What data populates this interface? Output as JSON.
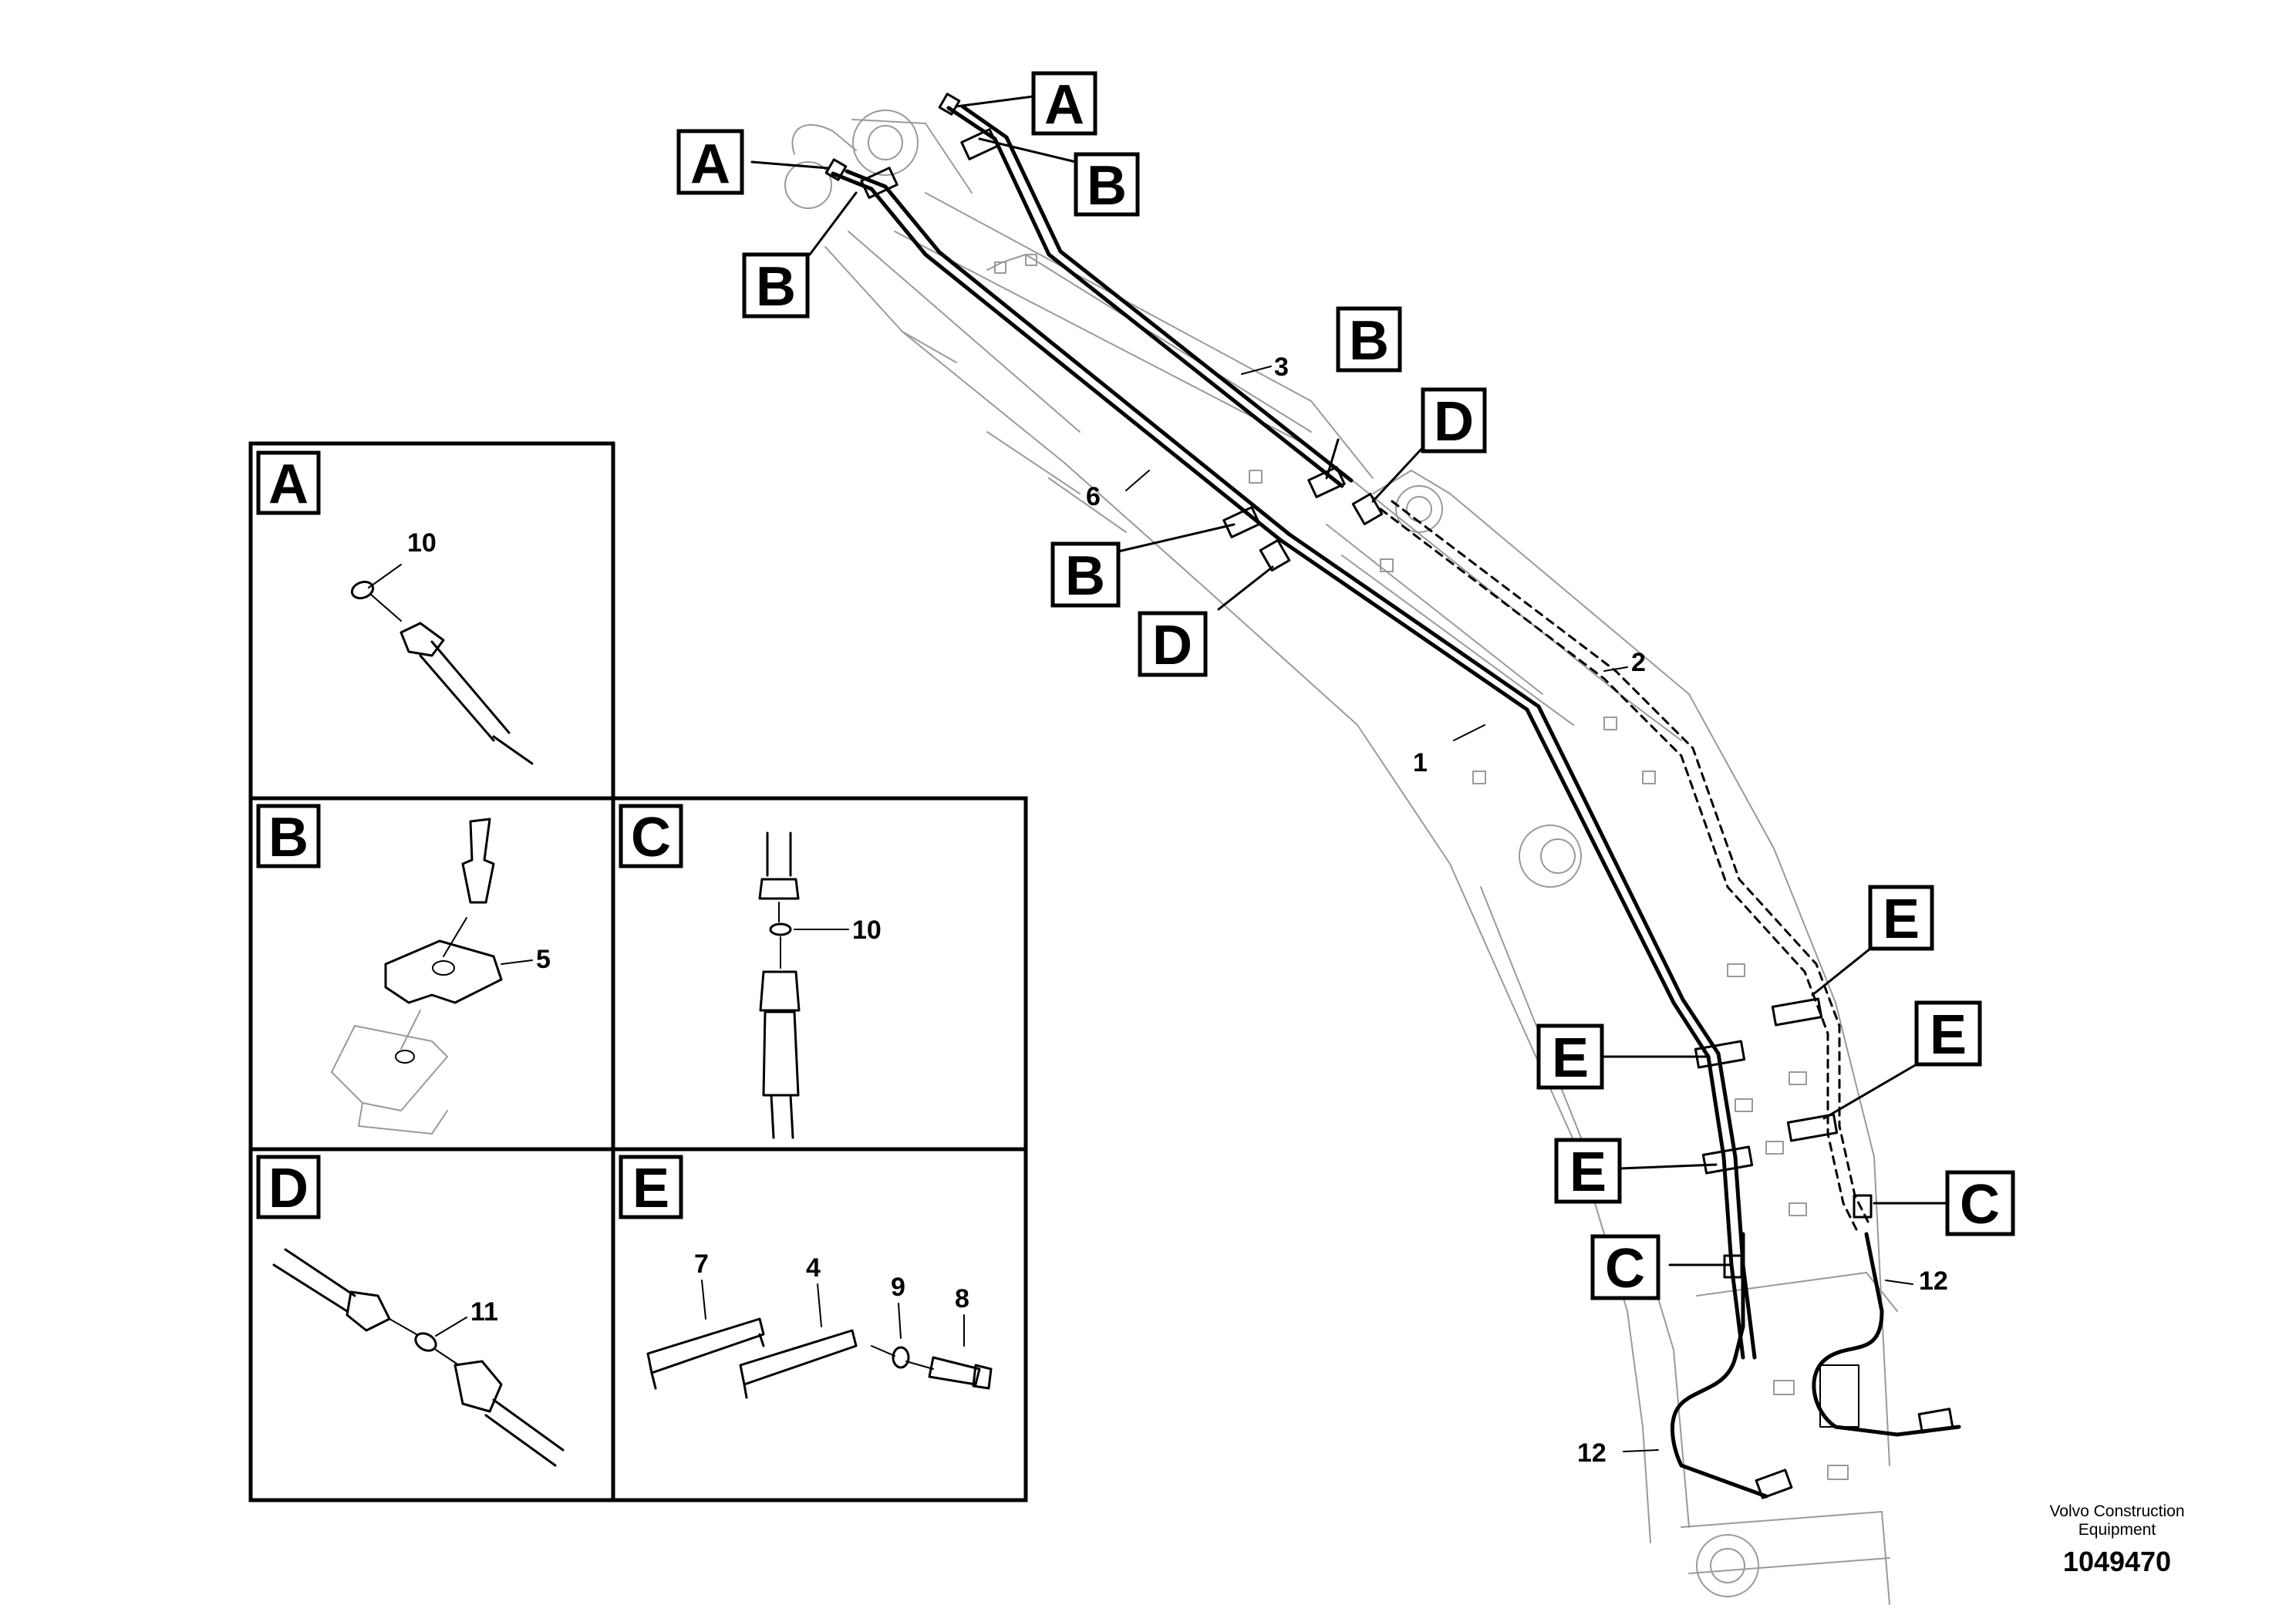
{
  "callouts": {
    "A": "A",
    "B": "B",
    "C": "C",
    "D": "D",
    "E": "E"
  },
  "part_numbers": {
    "p1": "1",
    "p2": "2",
    "p3": "3",
    "p4": "4",
    "p5": "5",
    "p6": "6",
    "p7": "7",
    "p8": "8",
    "p9": "9",
    "p10": "10",
    "p11": "11",
    "p12": "12"
  },
  "detail_panels": {
    "A": "A",
    "B": "B",
    "C": "C",
    "D": "D",
    "E": "E"
  },
  "footer": {
    "brand_line1": "Volvo Construction",
    "brand_line2": "Equipment",
    "drawing_number": "1049470"
  }
}
